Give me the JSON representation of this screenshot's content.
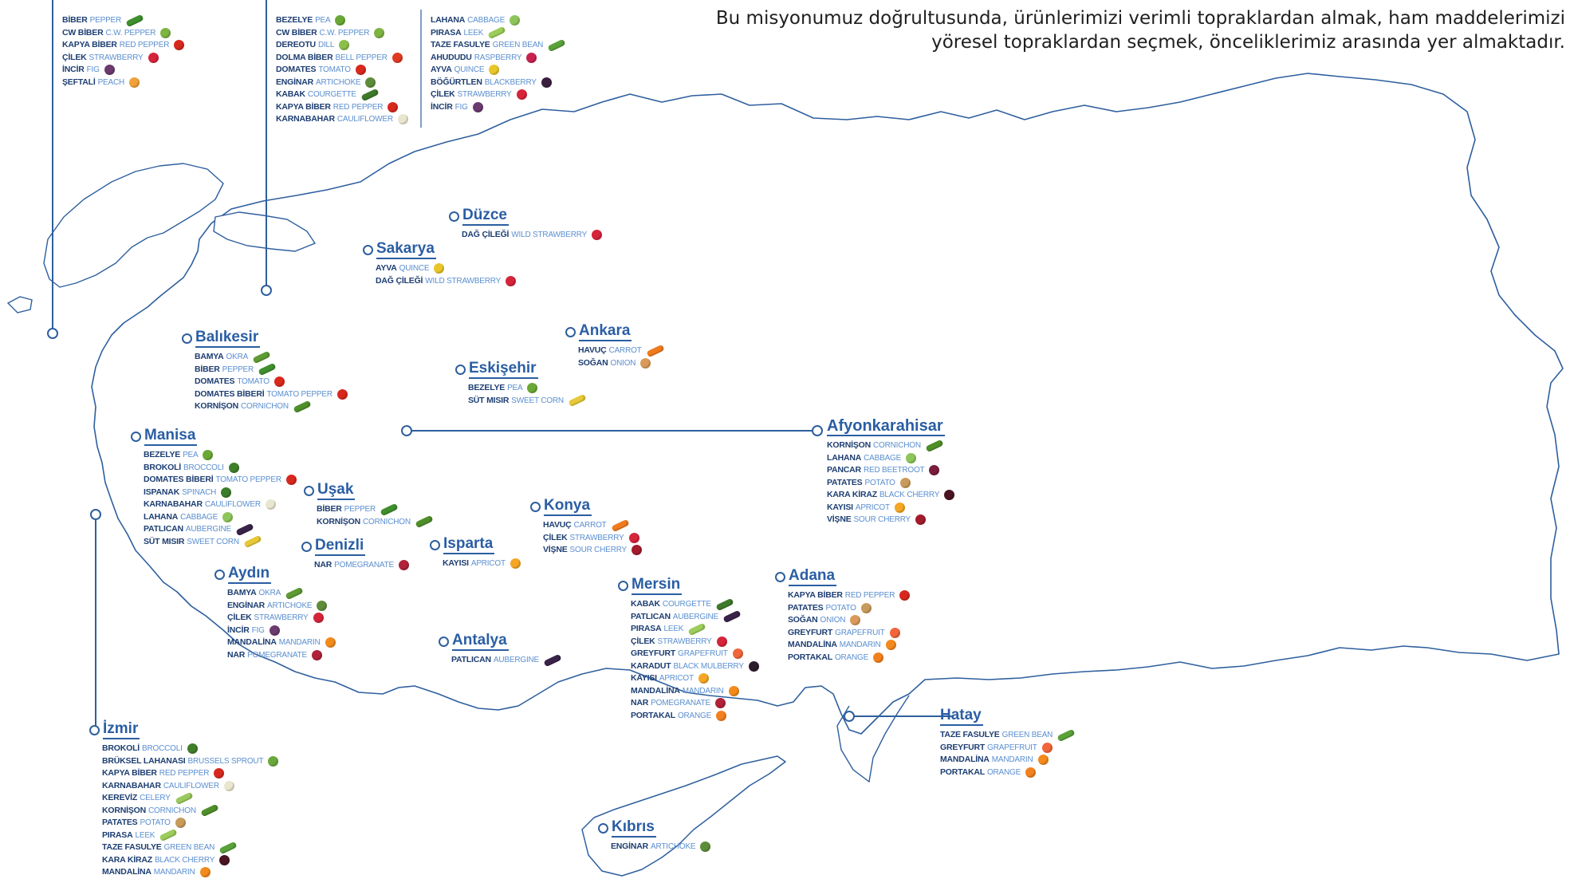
{
  "mission": {
    "line1": "Bu misyonumuz doğrultusunda, ürünlerimizi verimli topraklardan almak, ham maddelerimizi",
    "line2": "yöresel topraklardan seçmek, önceliklerimiz arasında yer almaktadır."
  },
  "colors": {
    "accent": "#2a5ea3",
    "outline": "#2e5f9e",
    "product_tr": "#1d3e72",
    "product_en": "#5b8fd0"
  },
  "top_left_box": {
    "items": [
      {
        "tr": "BİBER",
        "en": "PEPPER",
        "icon": "green-pepper-icon"
      },
      {
        "tr": "CW BİBER",
        "en": "C.W. PEPPER",
        "icon": "pepper-icon"
      },
      {
        "tr": "KAPYA BİBER",
        "en": "RED PEPPER",
        "icon": "red-pepper-icon"
      },
      {
        "tr": "ÇİLEK",
        "en": "STRAWBERRY",
        "icon": "strawberry-icon"
      },
      {
        "tr": "İNCİR",
        "en": "FIG",
        "icon": "fig-icon"
      },
      {
        "tr": "ŞEFTALİ",
        "en": "PEACH",
        "icon": "peach-icon"
      }
    ]
  },
  "top_middle_box": {
    "col1": [
      {
        "tr": "BEZELYE",
        "en": "PEA",
        "icon": "pea-icon"
      },
      {
        "tr": "CW BİBER",
        "en": "C.W. PEPPER",
        "icon": "pepper-icon"
      },
      {
        "tr": "DEREOTU",
        "en": "DILL",
        "icon": "dill-icon"
      },
      {
        "tr": "DOLMA BİBER",
        "en": "BELL PEPPER",
        "icon": "bell-pepper-icon"
      },
      {
        "tr": "DOMATES",
        "en": "TOMATO",
        "icon": "tomato-icon"
      },
      {
        "tr": "ENGİNAR",
        "en": "ARTICHOKE",
        "icon": "artichoke-icon"
      },
      {
        "tr": "KABAK",
        "en": "COURGETTE",
        "icon": "courgette-icon"
      },
      {
        "tr": "KAPYA BİBER",
        "en": "RED PEPPER",
        "icon": "red-pepper-icon"
      },
      {
        "tr": "KARNABAHAR",
        "en": "CAULIFLOWER",
        "icon": "cauliflower-icon"
      }
    ],
    "col2": [
      {
        "tr": "LAHANA",
        "en": "CABBAGE",
        "icon": "cabbage-icon"
      },
      {
        "tr": "PIRASA",
        "en": "LEEK",
        "icon": "leek-icon"
      },
      {
        "tr": "TAZE FASULYE",
        "en": "GREEN BEAN",
        "icon": "green-bean-icon"
      },
      {
        "tr": "AHUDUDU",
        "en": "RASPBERRY",
        "icon": "raspberry-icon"
      },
      {
        "tr": "AYVA",
        "en": "QUINCE",
        "icon": "quince-icon"
      },
      {
        "tr": "BÖĞÜRTLEN",
        "en": "BLACKBERRY",
        "icon": "blackberry-icon"
      },
      {
        "tr": "ÇİLEK",
        "en": "STRAWBERRY",
        "icon": "strawberry-icon"
      },
      {
        "tr": "İNCİR",
        "en": "FIG",
        "icon": "fig-icon"
      }
    ]
  },
  "cities": [
    {
      "id": "duzce",
      "name": "Düzce",
      "items": [
        {
          "tr": "DAĞ ÇİLEĞİ",
          "en": "WILD STRAWBERRY",
          "icon": "strawberry-icon"
        }
      ]
    },
    {
      "id": "sakarya",
      "name": "Sakarya",
      "items": [
        {
          "tr": "AYVA",
          "en": "QUINCE",
          "icon": "quince-icon"
        },
        {
          "tr": "DAĞ ÇİLEĞİ",
          "en": "WILD STRAWBERRY",
          "icon": "strawberry-icon"
        }
      ]
    },
    {
      "id": "balikesir",
      "name": "Balıkesir",
      "items": [
        {
          "tr": "BAMYA",
          "en": "OKRA",
          "icon": "okra-icon"
        },
        {
          "tr": "BİBER",
          "en": "PEPPER",
          "icon": "green-pepper-icon"
        },
        {
          "tr": "DOMATES",
          "en": "TOMATO",
          "icon": "tomato-icon"
        },
        {
          "tr": "DOMATES BİBERİ",
          "en": "TOMATO PEPPER",
          "icon": "tomato-pepper-icon"
        },
        {
          "tr": "KORNİŞON",
          "en": "CORNICHON",
          "icon": "cucumber-icon"
        }
      ]
    },
    {
      "id": "ankara",
      "name": "Ankara",
      "items": [
        {
          "tr": "HAVUÇ",
          "en": "CARROT",
          "icon": "carrot-icon"
        },
        {
          "tr": "SOĞAN",
          "en": "ONION",
          "icon": "onion-icon"
        }
      ]
    },
    {
      "id": "eskisehir",
      "name": "Eskişehir",
      "items": [
        {
          "tr": "BEZELYE",
          "en": "PEA",
          "icon": "pea-icon"
        },
        {
          "tr": "SÜT MISIR",
          "en": "SWEET CORN",
          "icon": "corn-icon"
        }
      ]
    },
    {
      "id": "manisa",
      "name": "Manisa",
      "items": [
        {
          "tr": "BEZELYE",
          "en": "PEA",
          "icon": "pea-icon"
        },
        {
          "tr": "BROKOLİ",
          "en": "BROCCOLI",
          "icon": "broccoli-icon"
        },
        {
          "tr": "DOMATES BİBERİ",
          "en": "TOMATO PEPPER",
          "icon": "tomato-pepper-icon"
        },
        {
          "tr": "ISPANAK",
          "en": "SPINACH",
          "icon": "spinach-icon"
        },
        {
          "tr": "KARNABAHAR",
          "en": "CAULIFLOWER",
          "icon": "cauliflower-icon"
        },
        {
          "tr": "LAHANA",
          "en": "CABBAGE",
          "icon": "cabbage-icon"
        },
        {
          "tr": "PATLICAN",
          "en": "AUBERGINE",
          "icon": "aubergine-icon"
        },
        {
          "tr": "SÜT MISIR",
          "en": "SWEET CORN",
          "icon": "corn-icon"
        }
      ]
    },
    {
      "id": "usak",
      "name": "Uşak",
      "items": [
        {
          "tr": "BİBER",
          "en": "PEPPER",
          "icon": "green-pepper-icon"
        },
        {
          "tr": "KORNİŞON",
          "en": "CORNICHON",
          "icon": "cucumber-icon"
        }
      ]
    },
    {
      "id": "denizli",
      "name": "Denizli",
      "items": [
        {
          "tr": "NAR",
          "en": "POMEGRANATE",
          "icon": "pomegranate-icon"
        }
      ]
    },
    {
      "id": "aydin",
      "name": "Aydın",
      "items": [
        {
          "tr": "BAMYA",
          "en": "OKRA",
          "icon": "okra-icon"
        },
        {
          "tr": "ENGİNAR",
          "en": "ARTICHOKE",
          "icon": "artichoke-icon"
        },
        {
          "tr": "ÇİLEK",
          "en": "STRAWBERRY",
          "icon": "strawberry-icon"
        },
        {
          "tr": "İNCİR",
          "en": "FIG",
          "icon": "fig-icon"
        },
        {
          "tr": "MANDALİNA",
          "en": "MANDARIN",
          "icon": "mandarin-icon"
        },
        {
          "tr": "NAR",
          "en": "POMEGRANATE",
          "icon": "pomegranate-icon"
        }
      ]
    },
    {
      "id": "isparta",
      "name": "Isparta",
      "items": [
        {
          "tr": "KAYISI",
          "en": "APRICOT",
          "icon": "apricot-icon"
        }
      ]
    },
    {
      "id": "konya",
      "name": "Konya",
      "items": [
        {
          "tr": "HAVUÇ",
          "en": "CARROT",
          "icon": "carrot-icon"
        },
        {
          "tr": "ÇİLEK",
          "en": "STRAWBERRY",
          "icon": "strawberry-icon"
        },
        {
          "tr": "VİŞNE",
          "en": "SOUR CHERRY",
          "icon": "sour-cherry-icon"
        }
      ]
    },
    {
      "id": "antalya",
      "name": "Antalya",
      "items": [
        {
          "tr": "PATLICAN",
          "en": "AUBERGINE",
          "icon": "aubergine-icon"
        }
      ]
    },
    {
      "id": "mersin",
      "name": "Mersin",
      "items": [
        {
          "tr": "KABAK",
          "en": "COURGETTE",
          "icon": "courgette-icon"
        },
        {
          "tr": "PATLICAN",
          "en": "AUBERGINE",
          "icon": "aubergine-icon"
        },
        {
          "tr": "PIRASA",
          "en": "LEEK",
          "icon": "leek-icon"
        },
        {
          "tr": "ÇİLEK",
          "en": "STRAWBERRY",
          "icon": "strawberry-icon"
        },
        {
          "tr": "GREYFURT",
          "en": "GRAPEFRUIT",
          "icon": "grapefruit-icon"
        },
        {
          "tr": "KARADUT",
          "en": "BLACK MULBERRY",
          "icon": "mulberry-icon"
        },
        {
          "tr": "KAYISI",
          "en": "APRICOT",
          "icon": "apricot-icon"
        },
        {
          "tr": "MANDALİNA",
          "en": "MANDARIN",
          "icon": "mandarin-icon"
        },
        {
          "tr": "NAR",
          "en": "POMEGRANATE",
          "icon": "pomegranate-icon"
        },
        {
          "tr": "PORTAKAL",
          "en": "ORANGE",
          "icon": "orange-icon"
        }
      ]
    },
    {
      "id": "adana",
      "name": "Adana",
      "items": [
        {
          "tr": "KAPYA BİBER",
          "en": "RED PEPPER",
          "icon": "red-pepper-icon"
        },
        {
          "tr": "PATATES",
          "en": "POTATO",
          "icon": "potato-icon"
        },
        {
          "tr": "SOĞAN",
          "en": "ONION",
          "icon": "onion-icon"
        },
        {
          "tr": "GREYFURT",
          "en": "GRAPEFRUIT",
          "icon": "grapefruit-icon"
        },
        {
          "tr": "MANDALİNA",
          "en": "MANDARIN",
          "icon": "mandarin-icon"
        },
        {
          "tr": "PORTAKAL",
          "en": "ORANGE",
          "icon": "orange-icon"
        }
      ]
    },
    {
      "id": "afyon",
      "name": "Afyonkarahisar",
      "items": [
        {
          "tr": "KORNİŞON",
          "en": "CORNICHON",
          "icon": "cucumber-icon"
        },
        {
          "tr": "LAHANA",
          "en": "CABBAGE",
          "icon": "cabbage-icon"
        },
        {
          "tr": "PANCAR",
          "en": "RED BEETROOT",
          "icon": "beetroot-icon"
        },
        {
          "tr": "PATATES",
          "en": "POTATO",
          "icon": "potato-icon"
        },
        {
          "tr": "KARA KİRAZ",
          "en": "BLACK CHERRY",
          "icon": "black-cherry-icon"
        },
        {
          "tr": "KAYISI",
          "en": "APRICOT",
          "icon": "apricot-icon"
        },
        {
          "tr": "VİŞNE",
          "en": "SOUR CHERRY",
          "icon": "sour-cherry-icon"
        }
      ]
    },
    {
      "id": "hatay",
      "name": "Hatay",
      "items": [
        {
          "tr": "TAZE FASULYE",
          "en": "GREEN BEAN",
          "icon": "green-bean-icon"
        },
        {
          "tr": "GREYFURT",
          "en": "GRAPEFRUIT",
          "icon": "grapefruit-icon"
        },
        {
          "tr": "MANDALİNA",
          "en": "MANDARIN",
          "icon": "mandarin-icon"
        },
        {
          "tr": "PORTAKAL",
          "en": "ORANGE",
          "icon": "orange-icon"
        }
      ]
    },
    {
      "id": "izmir",
      "name": "İzmir",
      "items": [
        {
          "tr": "BROKOLİ",
          "en": "BROCCOLI",
          "icon": "broccoli-icon"
        },
        {
          "tr": "BRÜKSEL LAHANASI",
          "en": "BRUSSELS SPROUT",
          "icon": "brussels-sprout-icon"
        },
        {
          "tr": "KAPYA BİBER",
          "en": "RED PEPPER",
          "icon": "red-pepper-icon"
        },
        {
          "tr": "KARNABAHAR",
          "en": "CAULIFLOWER",
          "icon": "cauliflower-icon"
        },
        {
          "tr": "KEREVİZ",
          "en": "CELERY",
          "icon": "celery-icon"
        },
        {
          "tr": "KORNİŞON",
          "en": "CORNICHON",
          "icon": "cucumber-icon"
        },
        {
          "tr": "PATATES",
          "en": "POTATO",
          "icon": "potato-icon"
        },
        {
          "tr": "PIRASA",
          "en": "LEEK",
          "icon": "leek-icon"
        },
        {
          "tr": "TAZE FASULYE",
          "en": "GREEN BEAN",
          "icon": "green-bean-icon"
        },
        {
          "tr": "KARA KİRAZ",
          "en": "BLACK CHERRY",
          "icon": "black-cherry-icon"
        },
        {
          "tr": "MANDALİNA",
          "en": "MANDARIN",
          "icon": "mandarin-icon"
        }
      ]
    },
    {
      "id": "kibris",
      "name": "Kıbrıs",
      "items": [
        {
          "tr": "ENGİNAR",
          "en": "ARTICHOKE",
          "icon": "artichoke-icon"
        }
      ]
    }
  ]
}
